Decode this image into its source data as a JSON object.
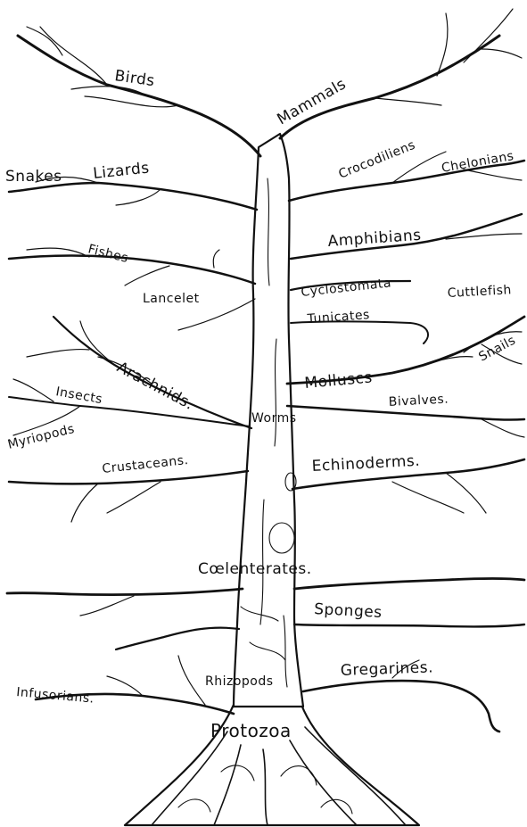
{
  "labels": {
    "birds": "Birds",
    "mammals": "Mammals",
    "snakes": "Snakes",
    "lizards": "Lizards",
    "crocodiliens": "Crocodiliens",
    "chelonians": "Chelonians",
    "amphibians": "Amphibians",
    "fishes": "Fishes",
    "cyclostomata": "Cyclostomata",
    "lancelet": "Lancelet",
    "cuttlefish": "Cuttlefish",
    "tunicates": "Tunicates",
    "snails": "Snails",
    "arachnids": "Arachnids.",
    "molluscs": "Molluscs",
    "insects": "Insects",
    "bivalves": "Bivalves.",
    "worms": "Worms",
    "myriopods": "Myriopods",
    "crustaceans": "Crustaceans.",
    "echinoderms": "Echinoderms.",
    "coelenterates": "Cœlenterates.",
    "sponges": "Sponges",
    "gregarines": "Gregarines.",
    "rhizopods": "Rhizopods",
    "infusorians": "Infusorians.",
    "protozoa": "Protozoa"
  }
}
